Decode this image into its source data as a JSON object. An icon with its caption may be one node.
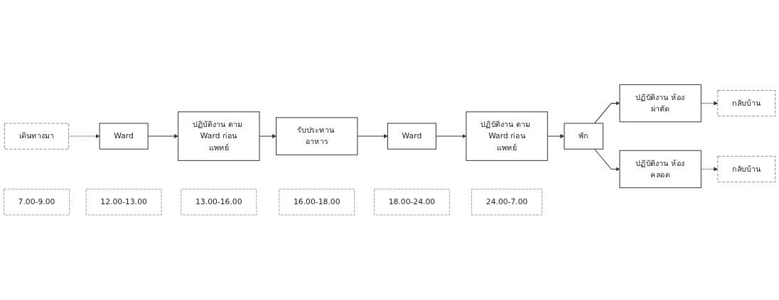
{
  "diagram": {
    "nodes": [
      {
        "text": [
          "7.00-9.00"
        ]
      },
      {
        "text": [
          "ปฏิบัติงาน ตาม Ward ก่อนแพทย์"
        ]
      },
      {
        "text": [
          "Ward"
        ]
      },
      {
        "text": [
          "เดินทางมา"
        ]
      },
      {
        "text": [
          "12.00-13.00"
        ]
      },
      {
        "text": [
          "รับประทาน อาหาร"
        ]
      },
      {
        "text": [
          "13.00-16.00"
        ]
      },
      {
        "text": [
          "ปฏิบัติงาน ตาม Ward ก่อนแพทย์"
        ]
      },
      {
        "text": [
          "Ward"
        ]
      },
      {
        "text": [
          "16.00-18.00"
        ]
      },
      {
        "text": [
          "พัก"
        ]
      },
      {
        "text": [
          "18.00-24.00"
        ]
      },
      {
        "text": [
          "ปฏิบัติงาน ห้องผ่าตัด"
        ]
      },
      {
        "text": [
          "กลับบ้าน"
        ]
      },
      {
        "text": [
          "24.00-7.00"
        ]
      },
      {
        "text": [
          "ปฏิบัติงาน ห้องคลอด"
        ]
      },
      {
        "text": [
          "กลับบ้าน"
        ]
      }
    ],
    "edges": [
      {
        "from": 3,
        "to": 2,
        "arrow": "to",
        "style": "dashed"
      },
      {
        "from": 2,
        "to": 1,
        "arrow": "to"
      },
      {
        "from": 1,
        "to": 5,
        "arrow": "to"
      },
      {
        "from": 5,
        "to": 8,
        "arrow": "to"
      },
      {
        "from": 8,
        "to": 7,
        "arrow": "to"
      },
      {
        "from": 7,
        "to": 10,
        "arrow": "to"
      },
      {
        "from": 10,
        "to": 12,
        "arrow": "to"
      },
      {
        "from": 12,
        "to": 13,
        "arrow": "to",
        "style": "dashed"
      },
      {
        "from": 10,
        "to": 15,
        "arrow": "to"
      },
      {
        "from": 15,
        "to": 16,
        "arrow": "to",
        "style": "dashed"
      }
    ]
  }
}
